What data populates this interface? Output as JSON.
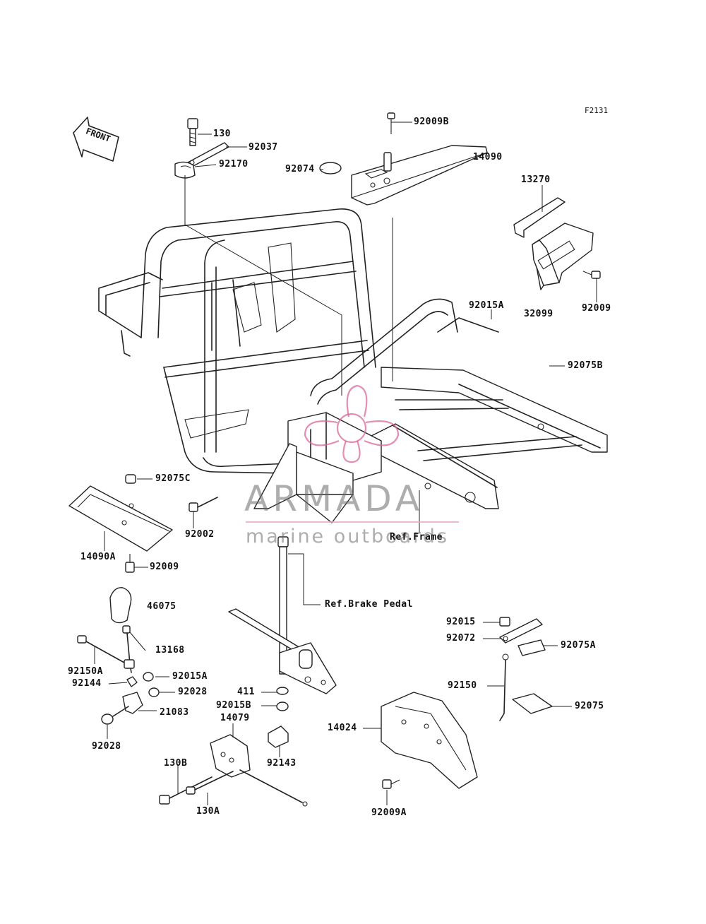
{
  "figure_code": "F2131",
  "front_arrow_text": "FRONT",
  "watermark": {
    "title": "ARMADA",
    "subtitle": "marine outboards"
  },
  "labels": {
    "p130": "130",
    "p92037": "92037",
    "p92170": "92170",
    "p92009B": "92009B",
    "p92074": "92074",
    "p14090": "14090",
    "p13270": "13270",
    "p92009_top": "92009",
    "p92015A_top": "92015A",
    "p32099": "32099",
    "p92075B": "92075B",
    "p92075C": "92075C",
    "p92002": "92002",
    "p14090A": "14090A",
    "p92009_left": "92009",
    "ref_frame": "Ref.Frame",
    "ref_brake": "Ref.Brake Pedal",
    "p46075": "46075",
    "p13168": "13168",
    "p92150A": "92150A",
    "p92015A_mid": "92015A",
    "p92144": "92144",
    "p92028_a": "92028",
    "p21083": "21083",
    "p92028_b": "92028",
    "p411": "411",
    "p92015B": "92015B",
    "p14079": "14079",
    "p92143": "92143",
    "p130B": "130B",
    "p130A": "130A",
    "p92015": "92015",
    "p92072": "92072",
    "p92075A": "92075A",
    "p92150": "92150",
    "p92075": "92075",
    "p14024": "14024",
    "p92009A": "92009A"
  }
}
